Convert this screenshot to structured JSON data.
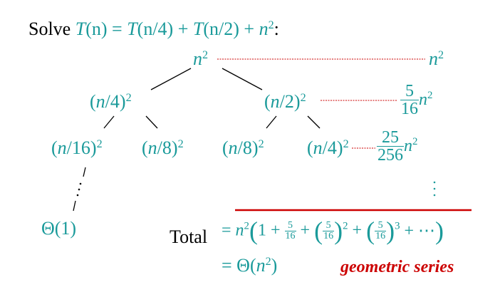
{
  "title": {
    "prefix": "Solve ",
    "rec_lhs": "T",
    "rec_lhs_arg": "(n)",
    "rec_eq": " = ",
    "t1": "T",
    "t1_arg": "(n/4)",
    "plus1": " + ",
    "t2": "T",
    "t2_arg": "(n/2)",
    "plus2": " + ",
    "nvar": "n",
    "exp": "2",
    "colon": ":"
  },
  "tree": {
    "root": {
      "base": "n",
      "exp": "2"
    },
    "level1": [
      {
        "open": "(",
        "n": "n",
        "rest": "/4)",
        "exp": "2"
      },
      {
        "open": "(",
        "n": "n",
        "rest": "/2)",
        "exp": "2"
      }
    ],
    "level2": [
      {
        "open": "(",
        "n": "n",
        "rest": "/16)",
        "exp": "2"
      },
      {
        "open": "(",
        "n": "n",
        "rest": "/8)",
        "exp": "2"
      },
      {
        "open": "(",
        "n": "n",
        "rest": "/8)",
        "exp": "2"
      },
      {
        "open": "(",
        "n": "n",
        "rest": "/4)",
        "exp": "2"
      }
    ],
    "leaf": "Θ(1)"
  },
  "level_sums": [
    {
      "coef_num": "",
      "coef_den": "",
      "base": "n",
      "exp": "2"
    },
    {
      "coef_num": "5",
      "coef_den": "16",
      "base": "n",
      "exp": "2"
    },
    {
      "coef_num": "25",
      "coef_den": "256",
      "base": "n",
      "exp": "2"
    }
  ],
  "total": {
    "label": "Total",
    "eq": "=",
    "n": "n",
    "exp": "2",
    "one": "1",
    "plus": "+",
    "frac_num": "5",
    "frac_den": "16",
    "pow2": "2",
    "pow3": "3",
    "ellipsis": "+ ⋯",
    "result_eq": "= Θ(",
    "result_n": "n",
    "result_exp": "2",
    "result_close": ")",
    "series_label": "geometric series"
  },
  "colors": {
    "math": "#1a9a9a",
    "text": "#000000",
    "accent": "#cc0000"
  }
}
